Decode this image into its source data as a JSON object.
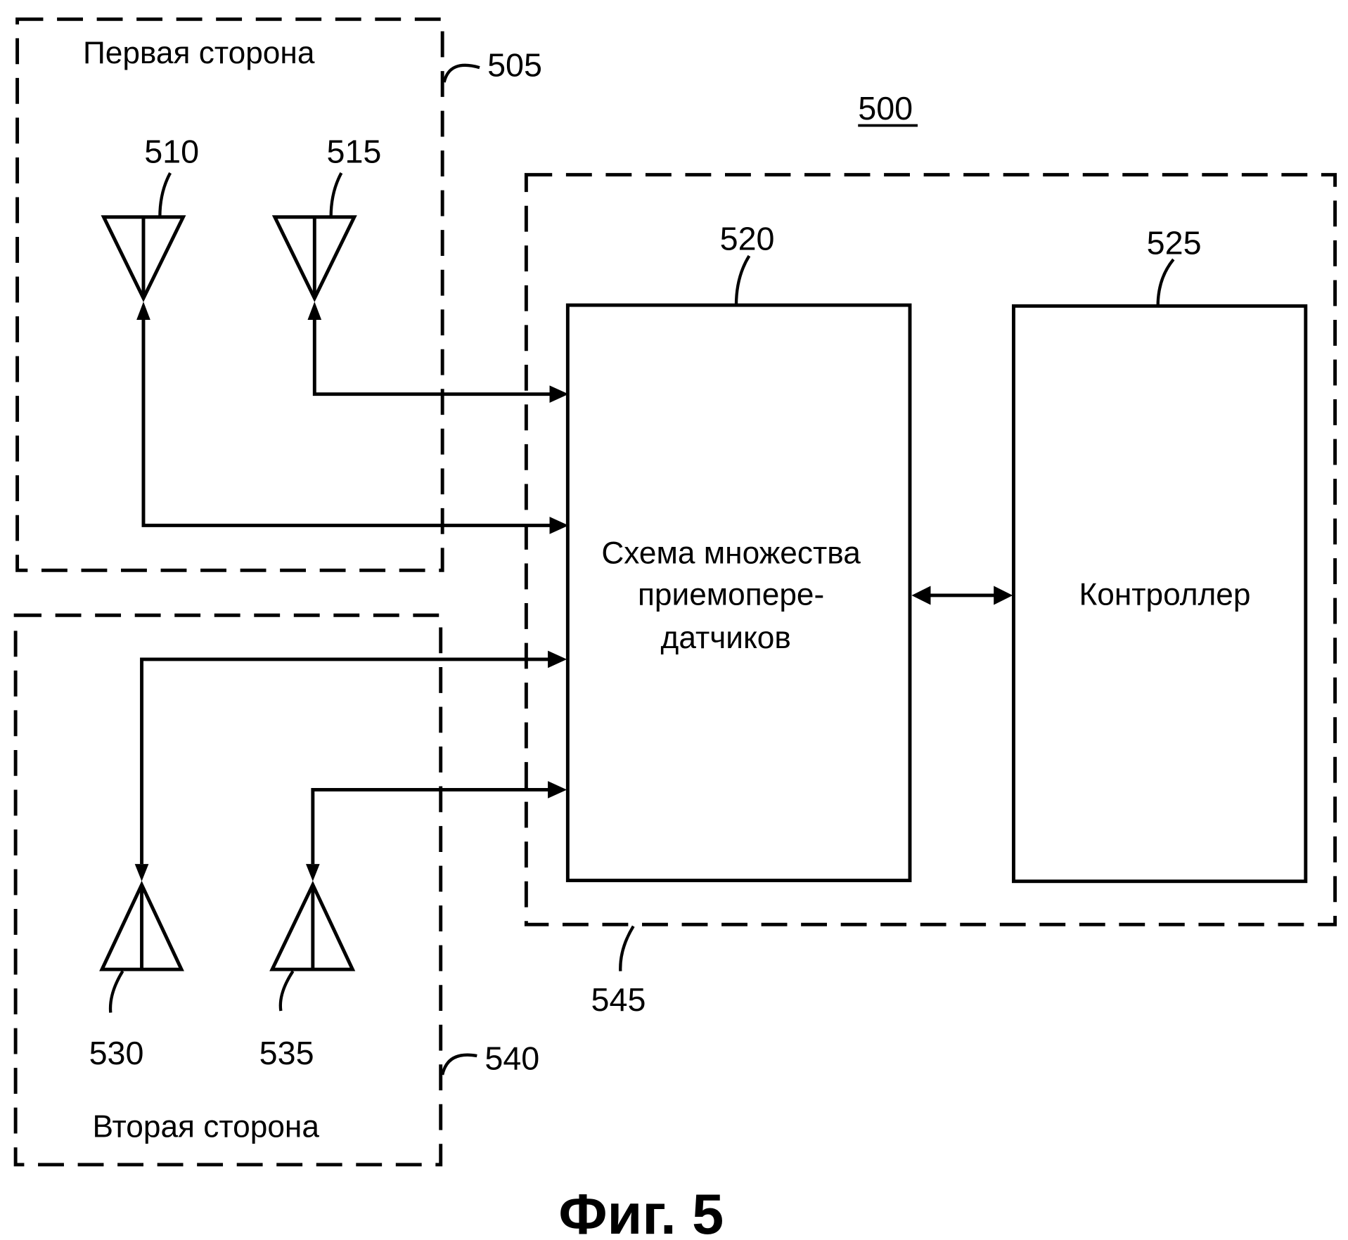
{
  "figure": {
    "caption": "Фиг. 5",
    "system_ref": "500"
  },
  "first_side": {
    "ref": "505",
    "label": "Первая сторона",
    "antennas": [
      {
        "ref": "510"
      },
      {
        "ref": "515"
      }
    ]
  },
  "second_side": {
    "ref": "540",
    "label": "Вторая сторона",
    "antennas": [
      {
        "ref": "530"
      },
      {
        "ref": "535"
      }
    ]
  },
  "module": {
    "ref": "545",
    "transceiver_block": {
      "ref": "520",
      "lines": [
        "Схема множества",
        "приемопере-",
        "датчиков"
      ]
    },
    "controller_block": {
      "ref": "525",
      "label": "Контроллер"
    }
  },
  "colors": {
    "ink": "#000000",
    "paper": "#ffffff"
  }
}
